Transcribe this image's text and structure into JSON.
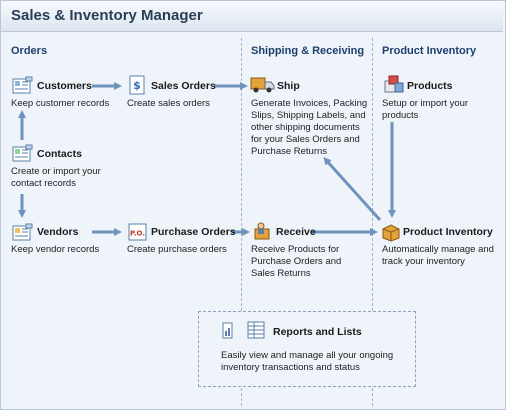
{
  "window": {
    "title": "Sales & Inventory Manager"
  },
  "lanes": {
    "orders": "Orders",
    "shipping": "Shipping & Receiving",
    "inventory": "Product Inventory"
  },
  "nodes": {
    "customers": {
      "label": "Customers",
      "desc": "Keep customer records",
      "icon": "customers-card-icon"
    },
    "sales_orders": {
      "label": "Sales Orders",
      "desc": "Create sales orders",
      "icon": "sales-order-icon"
    },
    "ship": {
      "label": "Ship",
      "desc": "Generate Invoices, Packing Slips, Shipping Labels, and other shipping documents for your Sales Orders and Purchase Returns",
      "icon": "truck-icon"
    },
    "products": {
      "label": "Products",
      "desc": "Setup or import your products",
      "icon": "products-icon"
    },
    "contacts": {
      "label": "Contacts",
      "desc": "Create or import your contact records",
      "icon": "contacts-card-icon"
    },
    "vendors": {
      "label": "Vendors",
      "desc": "Keep vendor records",
      "icon": "vendors-card-icon"
    },
    "purchase_orders": {
      "label": "Purchase Orders",
      "desc": "Create purchase orders",
      "icon": "purchase-order-icon"
    },
    "receive": {
      "label": "Receive",
      "desc": "Receive Products for Purchase Orders and Sales Returns",
      "icon": "receive-icon"
    },
    "product_inventory": {
      "label": "Product Inventory",
      "desc": "Automatically manage and track your inventory",
      "icon": "inventory-box-icon"
    },
    "reports": {
      "label": "Reports and Lists",
      "desc": "Easily view and manage all your ongoing inventory transactions and status",
      "icon": "reports-icon"
    }
  },
  "icons": {
    "po_badge": "P.O.",
    "so_badge": "$"
  },
  "colors": {
    "arrow": "#6f93bd",
    "heading": "#1d3f6b"
  }
}
